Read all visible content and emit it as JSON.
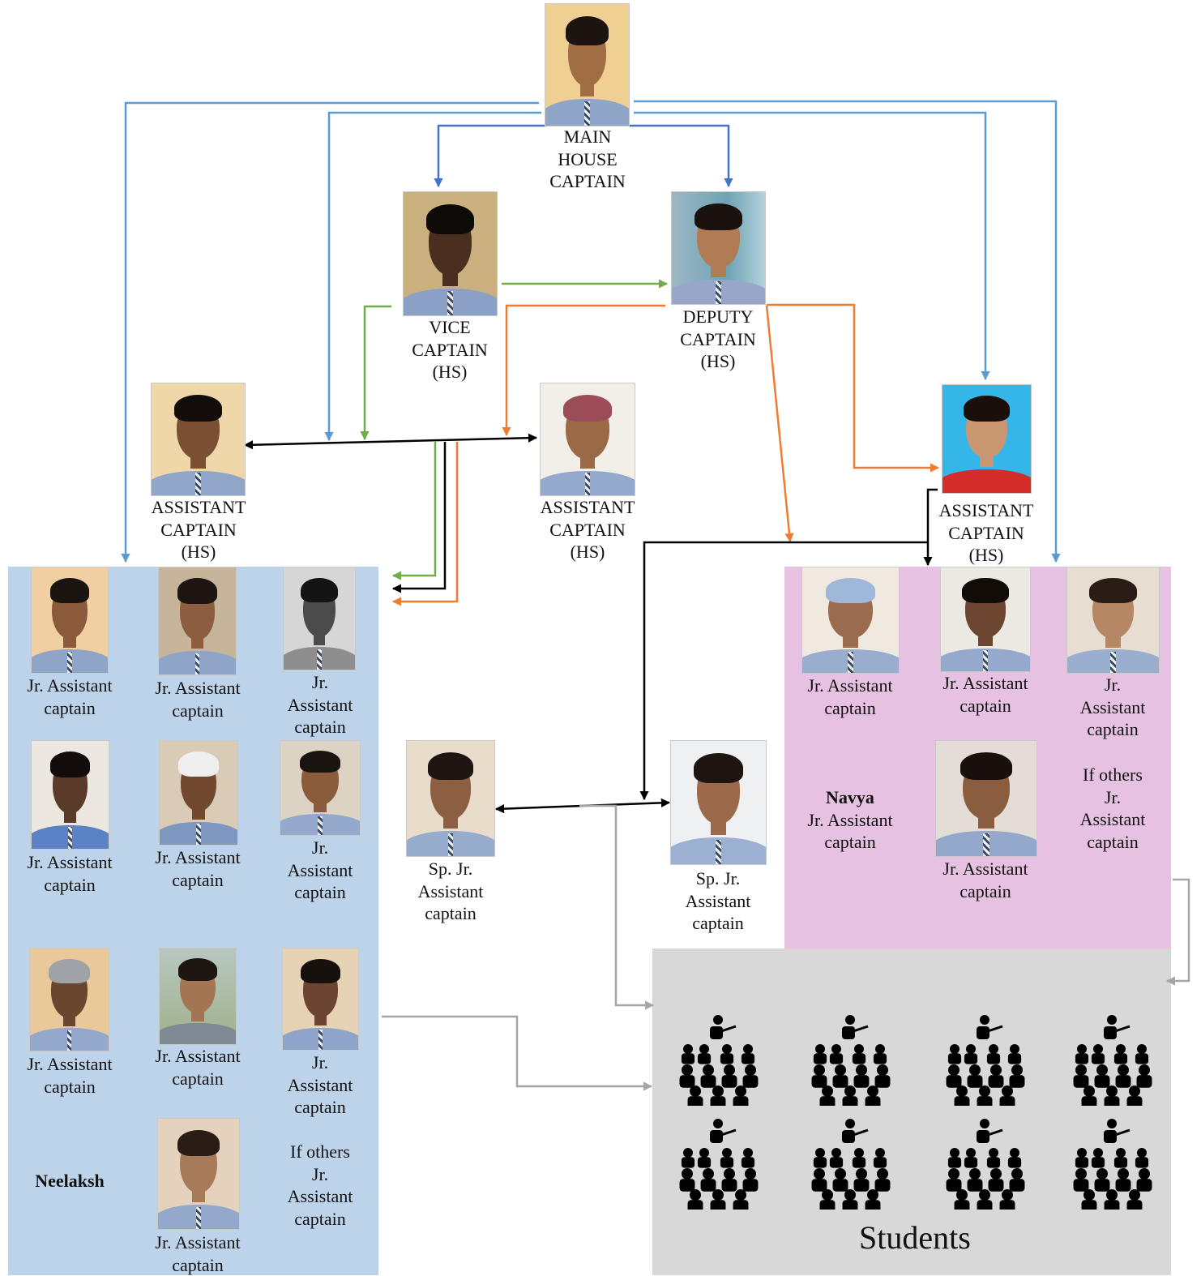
{
  "colors": {
    "left_group_bg": "#bcd3ea",
    "right_group_bg": "#e7c1e1",
    "students_bg": "#d8d8d8",
    "blue_arrow": "#5b9bd5",
    "dark_blue_arrow": "#4472c4",
    "green_arrow": "#70ad47",
    "orange_arrow": "#ed7d31",
    "black_arrow": "#000000",
    "gray_arrow": "#a6a6a6"
  },
  "main_captain": {
    "label": [
      "MAIN",
      "HOUSE",
      "CAPTAIN"
    ]
  },
  "vice_captain": {
    "label": [
      "VICE",
      "CAPTAIN",
      "(HS)"
    ]
  },
  "deputy_captain": {
    "label": [
      "DEPUTY",
      "CAPTAIN",
      "(HS)"
    ]
  },
  "assistant_captains": [
    {
      "label": [
        "ASSISTANT",
        "CAPTAIN",
        "(HS)"
      ]
    },
    {
      "label": [
        "ASSISTANT",
        "CAPTAIN",
        "(HS)"
      ]
    },
    {
      "label": [
        "ASSISTANT",
        "CAPTAIN",
        "(HS)"
      ]
    }
  ],
  "left_group": {
    "members": [
      {
        "label": [
          "Jr. Assistant",
          "captain"
        ]
      },
      {
        "label": [
          "Jr. Assistant",
          "captain"
        ]
      },
      {
        "label": [
          "Jr.",
          "Assistant",
          "captain"
        ]
      },
      {
        "label": [
          "Jr. Assistant",
          "captain"
        ]
      },
      {
        "label": [
          "Jr. Assistant",
          "captain"
        ]
      },
      {
        "label": [
          "Jr.",
          "Assistant",
          "captain"
        ]
      },
      {
        "label": [
          "Jr. Assistant",
          "captain"
        ]
      },
      {
        "label": [
          "Jr. Assistant",
          "captain"
        ]
      },
      {
        "label": [
          "Jr.",
          "Assistant",
          "captain"
        ]
      },
      {
        "label": [
          "Jr. Assistant",
          "captain"
        ]
      }
    ],
    "named_member": "Neelaksh",
    "others_label": [
      "If others",
      "Jr.",
      "Assistant",
      "captain"
    ]
  },
  "special_juniors": [
    {
      "label": [
        "Sp. Jr.",
        "Assistant",
        "captain"
      ]
    },
    {
      "label": [
        "Sp. Jr.",
        "Assistant",
        "captain"
      ]
    }
  ],
  "right_group": {
    "members": [
      {
        "label": [
          "Jr. Assistant",
          "captain"
        ]
      },
      {
        "label": [
          "Jr. Assistant",
          "captain"
        ]
      },
      {
        "label": [
          "Jr.",
          "Assistant",
          "captain"
        ]
      },
      {
        "label": [
          "Jr. Assistant",
          "captain"
        ]
      }
    ],
    "named_member": {
      "name": "Navya",
      "label": [
        "Jr. Assistant",
        "captain"
      ]
    },
    "others_label": [
      "If others",
      "Jr.",
      "Assistant",
      "captain"
    ]
  },
  "students": {
    "title": "Students",
    "icon": "classroom-group-icon"
  }
}
